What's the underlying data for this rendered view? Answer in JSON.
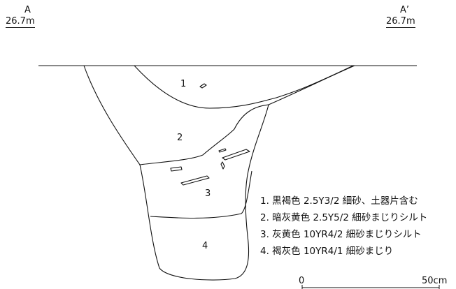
{
  "section": {
    "left_point": {
      "label": "A",
      "elevation": "26.7m"
    },
    "right_point": {
      "label": "A’",
      "elevation": "26.7m"
    }
  },
  "layers": [
    {
      "number": "1"
    },
    {
      "number": "2"
    },
    {
      "number": "3"
    },
    {
      "number": "4"
    }
  ],
  "legend": [
    "1. 黒褐色 2.5Y3/2 細砂、土器片含む",
    "2. 暗灰黄色 2.5Y5/2 細砂まじりシルト",
    "3. 灰黄色 10YR4/2 細砂まじりシルト",
    "4. 褐灰色 10YR4/1 細砂まじり"
  ],
  "scale": {
    "start": "0",
    "end": "50cm"
  }
}
